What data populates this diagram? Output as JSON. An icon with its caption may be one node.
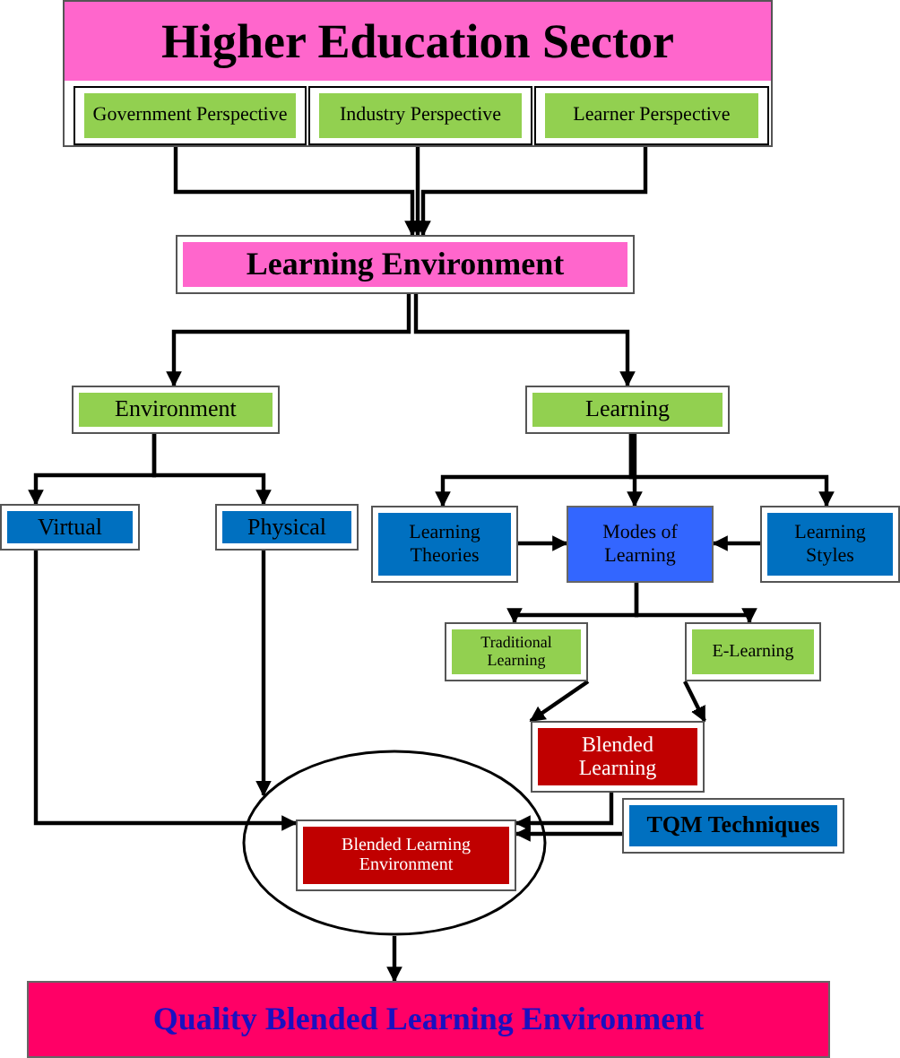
{
  "diagram": {
    "nodes": [
      {
        "text": [
          "Higher Education Sector"
        ]
      },
      {
        "text": [
          "Government Perspective"
        ],
        "in": 0
      },
      {
        "text": [
          "Industry Perspective"
        ],
        "in": 0
      },
      {
        "text": [
          "Learner Perspective"
        ],
        "in": 0
      },
      {
        "text": [
          "Learning Environment"
        ]
      },
      {
        "text": [
          "Environment"
        ]
      },
      {
        "text": [
          "Learning"
        ]
      },
      {
        "text": [
          "Virtual"
        ]
      },
      {
        "text": [
          "Physical"
        ]
      },
      {
        "text": [
          "Learning Theories"
        ]
      },
      {
        "text": [
          "Modes of Learning"
        ]
      },
      {
        "text": [
          "Learning Styles"
        ]
      },
      {
        "text": [
          "Traditional Learning"
        ]
      },
      {
        "text": [
          "E-Learning"
        ]
      },
      {
        "text": [
          "Blended Learning"
        ]
      },
      {
        "text": [],
        "shape": "circle"
      },
      {
        "text": [
          "Blended Learning Environment"
        ],
        "in": 15
      },
      {
        "text": [
          "TQM Techniques"
        ]
      },
      {
        "text": [
          "Quality Blended Learning Environment"
        ]
      }
    ],
    "edges": [
      {
        "from": 1,
        "to": 4,
        "arrow": "to"
      },
      {
        "from": 2,
        "to": 4,
        "arrow": "to"
      },
      {
        "from": 3,
        "to": 4,
        "arrow": "to"
      },
      {
        "from": 4,
        "to": 5,
        "arrow": "to"
      },
      {
        "from": 4,
        "to": 6,
        "arrow": "to"
      },
      {
        "from": 5,
        "to": 7,
        "arrow": "to"
      },
      {
        "from": 5,
        "to": 8,
        "arrow": "to"
      },
      {
        "from": 6,
        "to": 9,
        "arrow": "to"
      },
      {
        "from": 6,
        "to": 10,
        "arrow": "to"
      },
      {
        "from": 6,
        "to": 11,
        "arrow": "to"
      },
      {
        "from": 9,
        "to": 10,
        "arrow": "to"
      },
      {
        "from": 11,
        "to": 10,
        "arrow": "to"
      },
      {
        "from": 10,
        "to": 12,
        "arrow": "to"
      },
      {
        "from": 10,
        "to": 13,
        "arrow": "to"
      },
      {
        "from": 12,
        "to": 14,
        "arrow": "to"
      },
      {
        "from": 13,
        "to": 14,
        "arrow": "to"
      },
      {
        "from": 7,
        "to": 16,
        "arrow": "to"
      },
      {
        "from": 8,
        "to": 15,
        "arrow": "to"
      },
      {
        "from": 14,
        "to": 16,
        "arrow": "to"
      },
      {
        "from": 17,
        "to": 16,
        "arrow": "to"
      },
      {
        "from": 15,
        "to": 18,
        "arrow": "to"
      }
    ]
  }
}
